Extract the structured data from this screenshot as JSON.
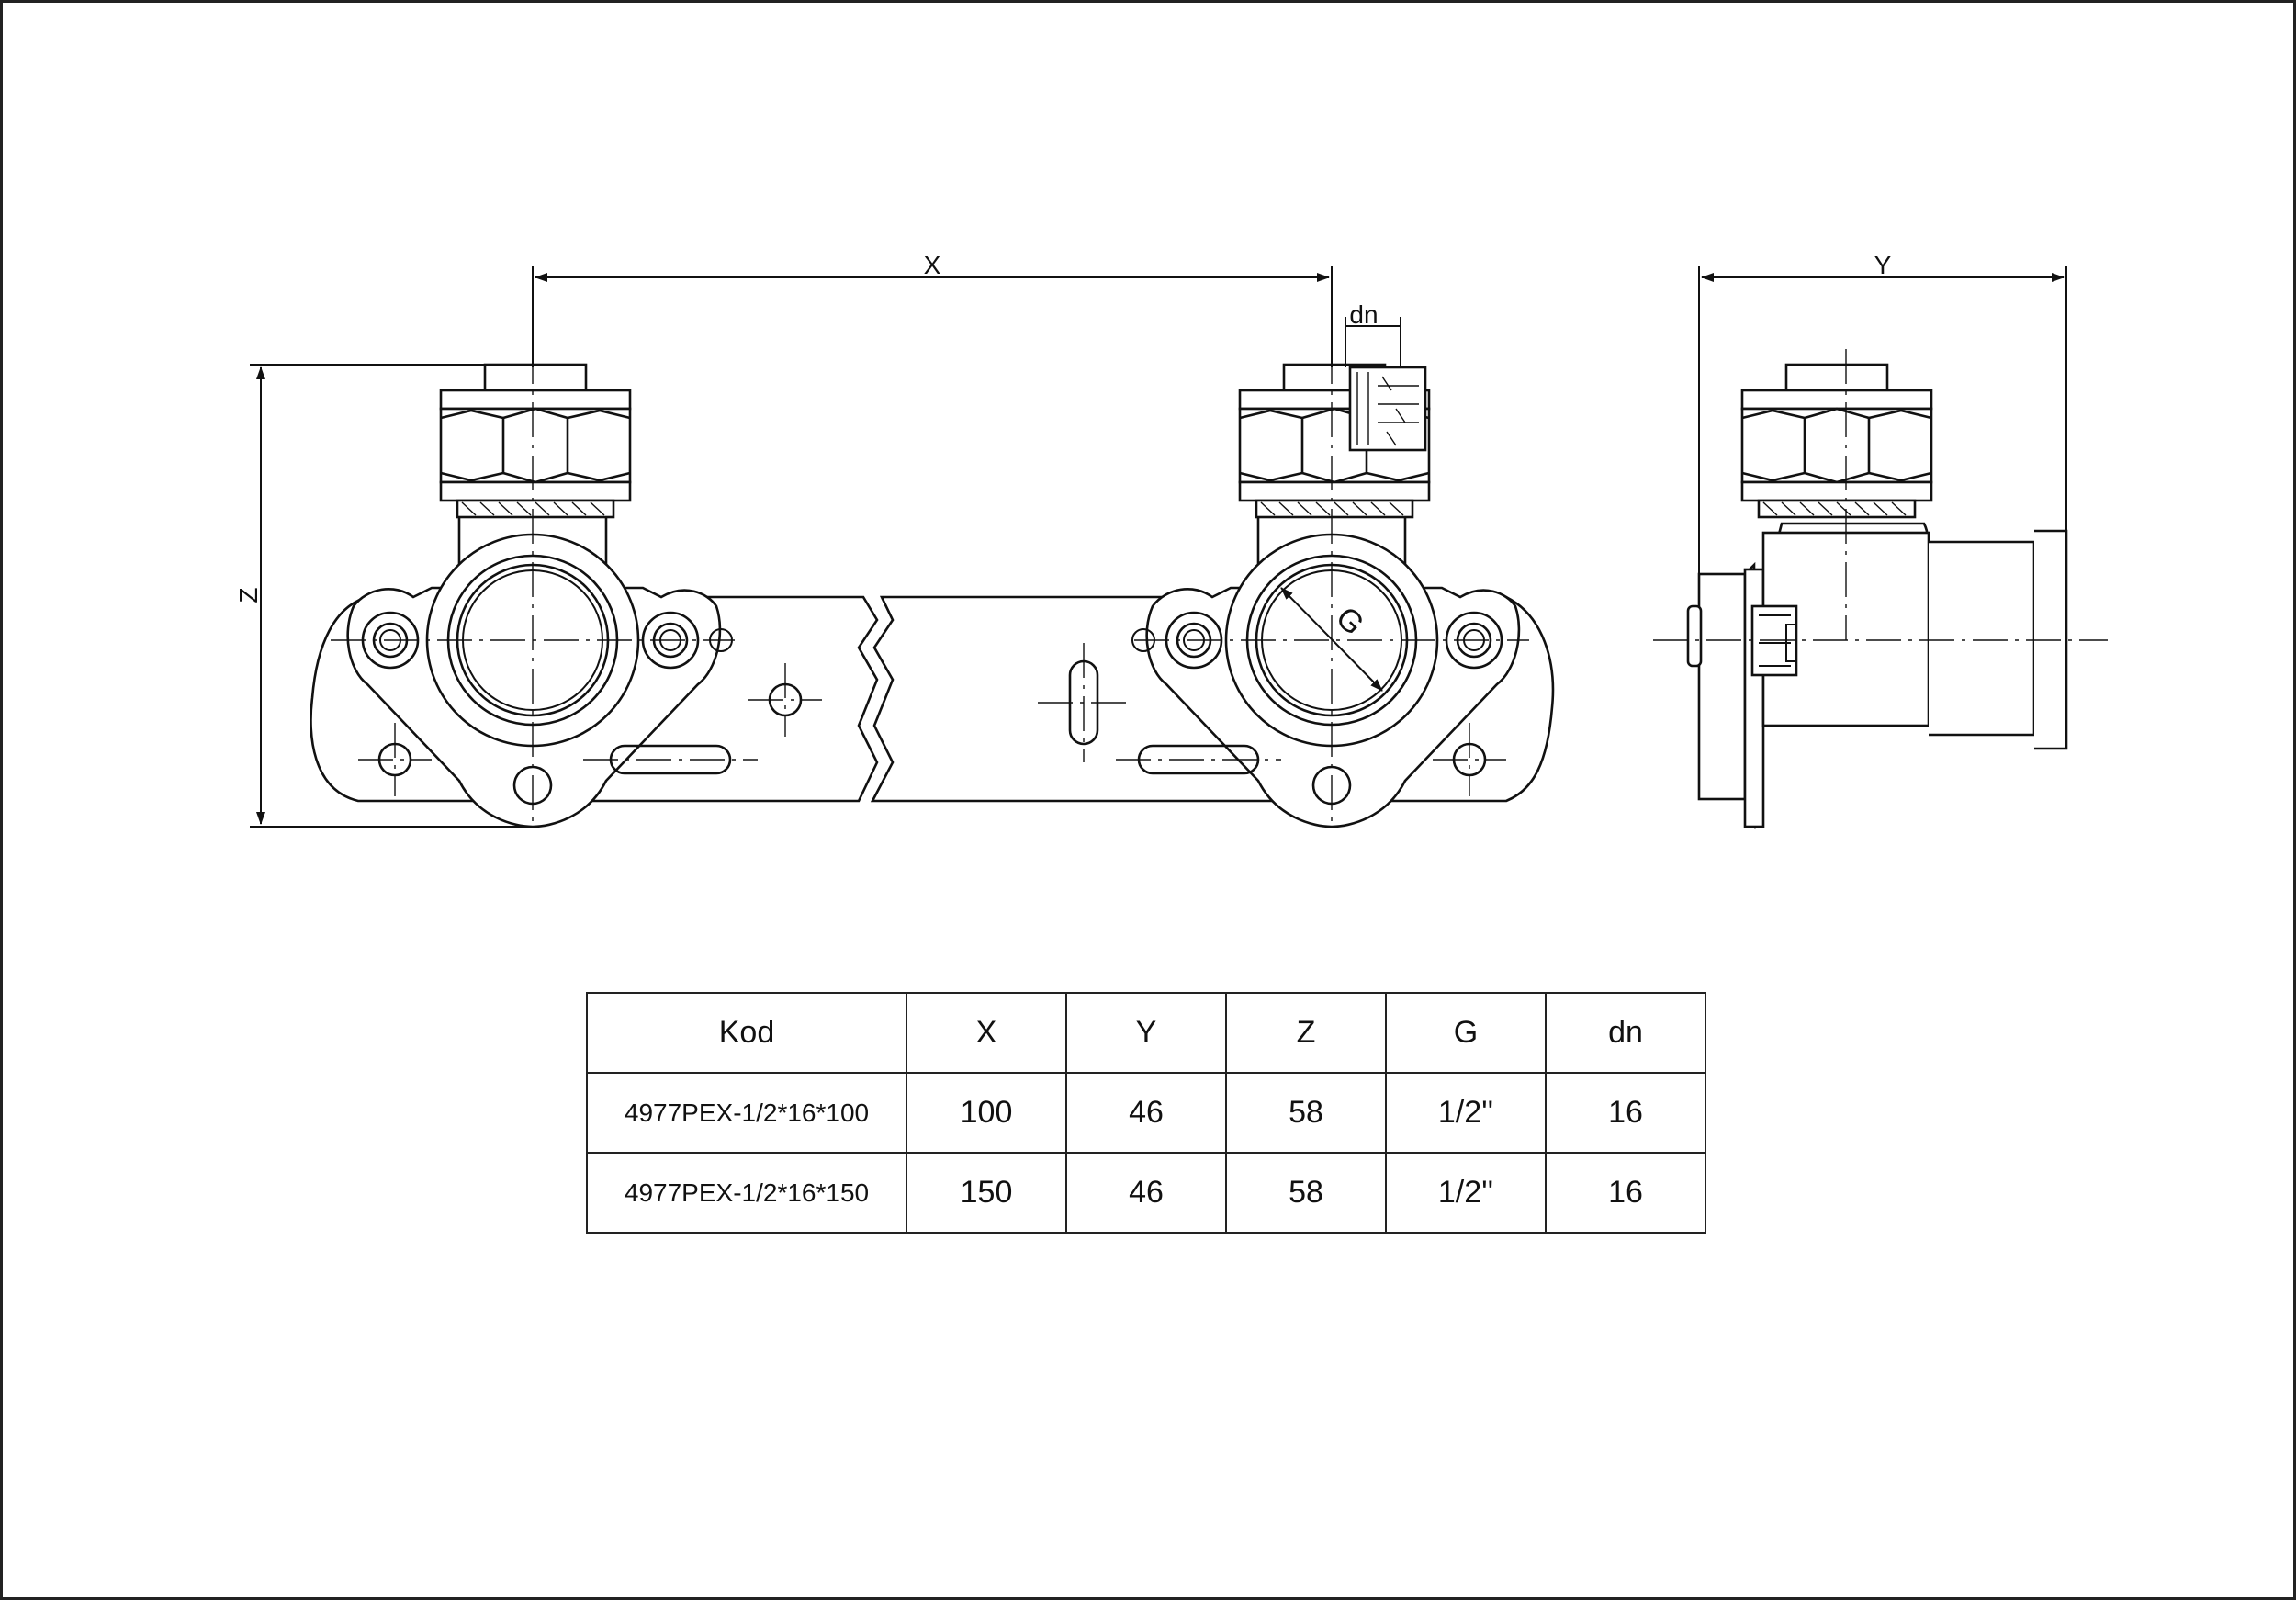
{
  "dimensions": {
    "x_label": "X",
    "y_label": "Y",
    "z_label": "Z",
    "g_label": "G",
    "dn_label": "dn"
  },
  "table": {
    "headers": [
      "Kod",
      "X",
      "Y",
      "Z",
      "G",
      "dn"
    ],
    "rows": [
      [
        "4977PEX-1/2*16*100",
        "100",
        "46",
        "58",
        "1/2''",
        "16"
      ],
      [
        "4977PEX-1/2*16*150",
        "150",
        "46",
        "58",
        "1/2''",
        "16"
      ]
    ]
  }
}
